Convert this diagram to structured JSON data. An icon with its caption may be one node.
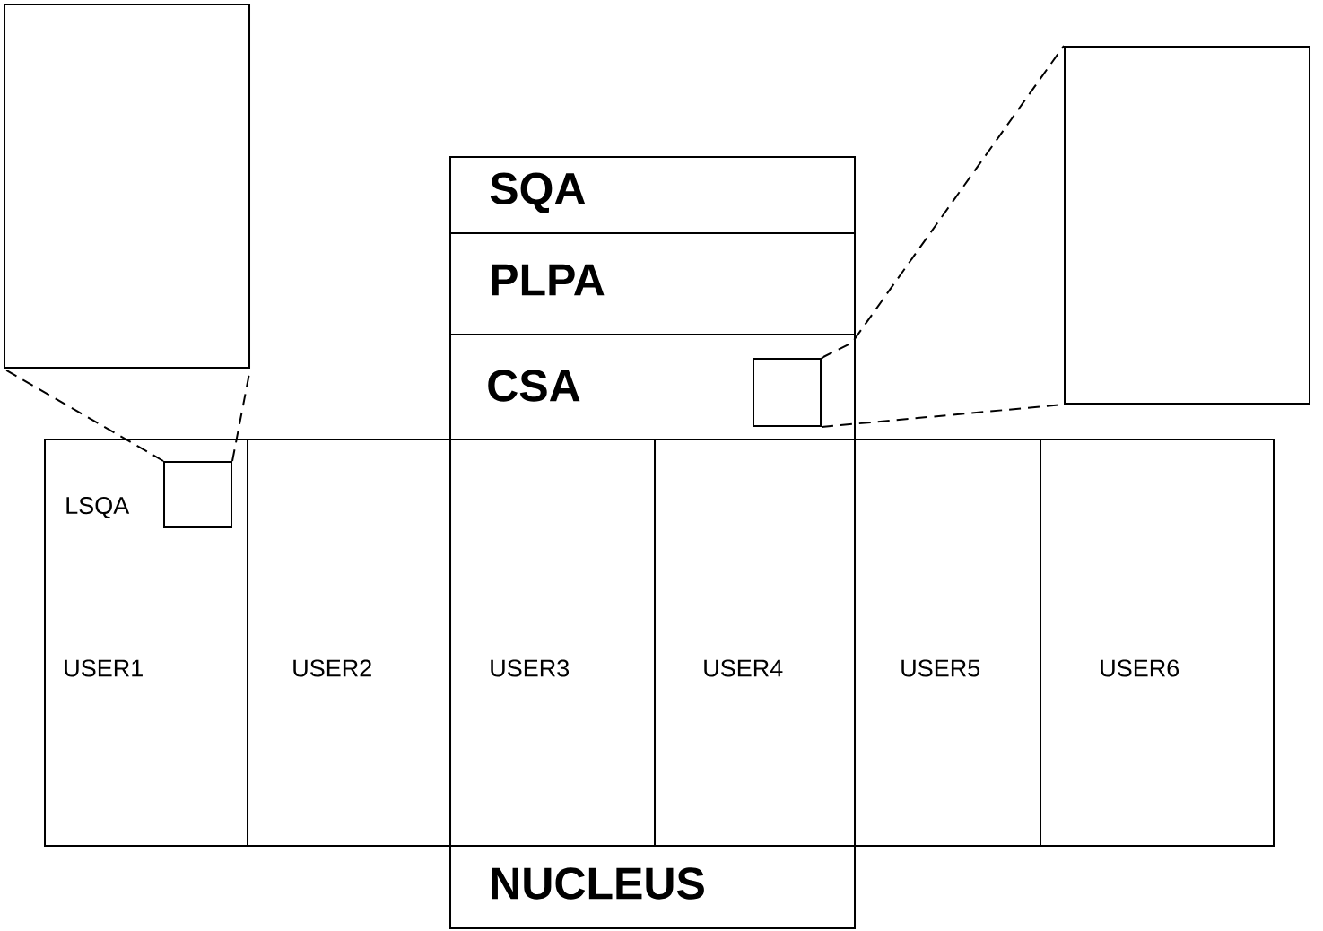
{
  "diagram": {
    "nodes": [
      {
        "text": [],
        "shape": "box"
      },
      {
        "text": [],
        "shape": "box"
      },
      {
        "text": [
          "SQA"
        ]
      },
      {
        "text": [
          "PLPA"
        ]
      },
      {
        "text": [
          "CSA"
        ]
      },
      {
        "text": [],
        "shape": "box",
        "in": 4
      },
      {
        "text": [
          "USER1"
        ]
      },
      {
        "text": [],
        "shape": "box",
        "in": 6,
        "beside": [
          "LSQA"
        ]
      },
      {
        "text": [
          "USER2"
        ]
      },
      {
        "text": [
          "USER3"
        ]
      },
      {
        "text": [
          "USER4"
        ]
      },
      {
        "text": [
          "USER5"
        ]
      },
      {
        "text": [
          "USER6"
        ]
      },
      {
        "text": [
          "NUCLEUS"
        ]
      }
    ],
    "edges": [
      {
        "from": 7,
        "to": 0,
        "arrow": "none",
        "style": "dashed"
      },
      {
        "from": 7,
        "to": 0,
        "arrow": "none",
        "style": "dashed"
      },
      {
        "from": 5,
        "to": 1,
        "arrow": "none",
        "style": "dashed"
      },
      {
        "from": 5,
        "to": 1,
        "arrow": "none",
        "style": "dashed"
      }
    ]
  }
}
